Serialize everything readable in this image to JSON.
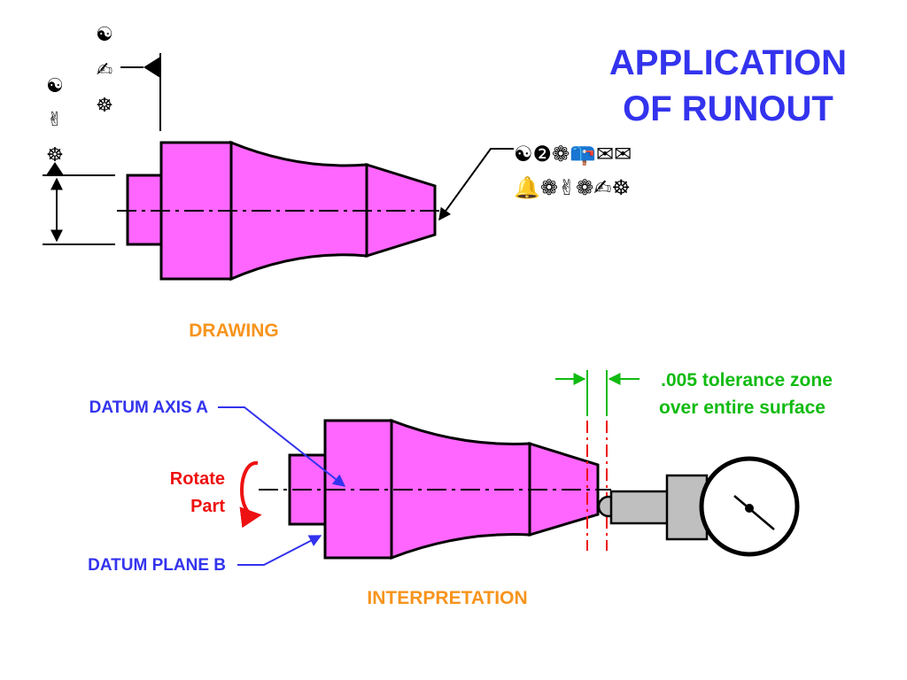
{
  "title": {
    "line1": "APPLICATION",
    "line2": "OF RUNOUT"
  },
  "colors": {
    "title": "#3333ee",
    "part": "#ff66ff",
    "heading": "#f7941d",
    "datum_callout": "#3333ee",
    "rotate": "#ee1111",
    "tolerance": "#11bb11",
    "gauge": "#bfbfbf"
  },
  "drawing": {
    "label": "DRAWING",
    "datum_symbols": {
      "upper_a": "☯",
      "upper_b": "✍",
      "upper_c": "☸",
      "left_a": "☯",
      "left_b": "✌",
      "left_c": "☸"
    },
    "feature_control_frame": {
      "line1": "☯❷❁📪✉✉",
      "line2": "🔔❁✌❁✍☸"
    }
  },
  "interpretation": {
    "label": "INTERPRETATION",
    "datum_axis_label": "DATUM AXIS A",
    "datum_plane_label": "DATUM PLANE B",
    "rotate_line1": "Rotate",
    "rotate_line2": "Part",
    "tolerance_line1": ".005 tolerance zone",
    "tolerance_line2": "over entire surface",
    "gauge_icon": "dial-indicator-icon"
  }
}
